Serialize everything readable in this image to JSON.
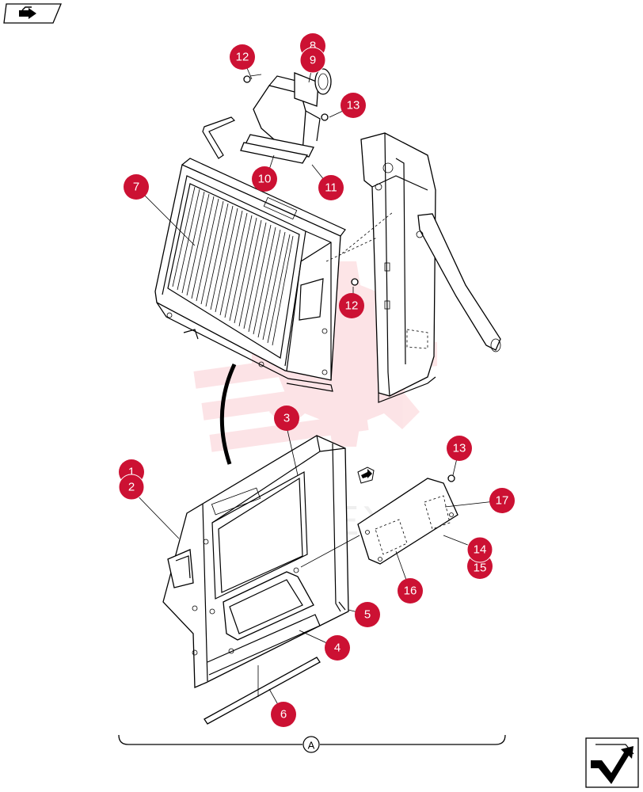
{
  "callouts": [
    {
      "label": "8"
    },
    {
      "label": "9"
    },
    {
      "label": "12"
    },
    {
      "label": "13"
    },
    {
      "label": "7"
    },
    {
      "label": "10"
    },
    {
      "label": "11"
    },
    {
      "label": "12"
    },
    {
      "label": "3"
    },
    {
      "label": "1"
    },
    {
      "label": "2"
    },
    {
      "label": "13"
    },
    {
      "label": "17"
    },
    {
      "label": "14"
    },
    {
      "label": "15"
    },
    {
      "label": "16"
    },
    {
      "label": "5"
    },
    {
      "label": "4"
    },
    {
      "label": "6"
    }
  ],
  "section_marker": "A",
  "watermark": "ИНТЕХ",
  "icons": {
    "top_left": "back-arrow-icon",
    "bottom_right": "next-page-arrow-icon"
  },
  "colors": {
    "callout": "#cc1133",
    "watermark": "#ee3344"
  }
}
